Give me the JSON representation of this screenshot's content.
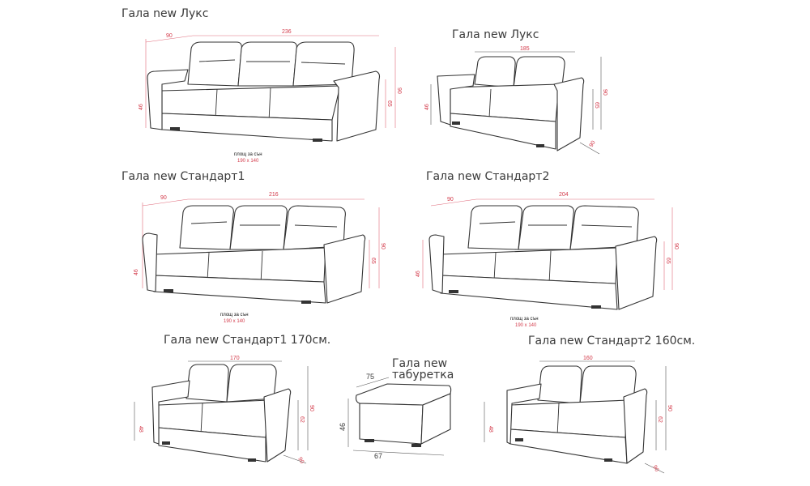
{
  "colors": {
    "outline": "#333333",
    "dimension": "#d33a4a",
    "text": "#3a3a3a"
  },
  "lux_3": {
    "title": "Гала new Лукс",
    "width": "236",
    "depth": "90",
    "height": "90",
    "back_height": "65",
    "seat_height": "46",
    "sleep_label": "площ за сън",
    "sleep_size": "190 x 140"
  },
  "lux_2": {
    "title": "Гала new Лукс",
    "width": "185",
    "depth": "90",
    "height": "90",
    "back_height": "65",
    "seat_height": "46"
  },
  "standard1": {
    "title": "Гала new Стандарт1",
    "width": "216",
    "depth": "90",
    "height": "90",
    "back_height": "65",
    "seat_height": "46",
    "sleep_label": "площ за сън",
    "sleep_size": "190 x 140"
  },
  "standard2": {
    "title": "Гала new Стандарт2",
    "width": "204",
    "depth": "90",
    "height": "90",
    "back_height": "65",
    "seat_height": "46",
    "sleep_label": "площ за сън",
    "sleep_size": "190 x 140"
  },
  "standard1_170": {
    "title": "Гала new Стандарт1 170см.",
    "width": "170",
    "depth": "90",
    "height": "90",
    "back_height": "62",
    "seat_height": "48"
  },
  "ottoman": {
    "title_line1": "Гала new",
    "title_line2": "табуретка",
    "depth": "75",
    "width": "67",
    "height": "46"
  },
  "standard2_160": {
    "title": "Гала new Стандарт2 160см.",
    "width": "160",
    "depth": "90",
    "height": "90",
    "back_height": "62",
    "seat_height": "48"
  }
}
